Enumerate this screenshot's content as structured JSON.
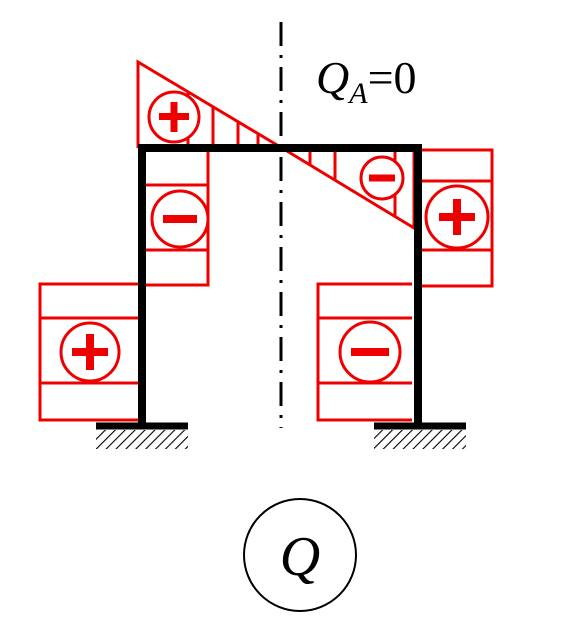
{
  "colors": {
    "frame": "#000000",
    "diagram": "#ee0000",
    "axis": "#000000",
    "background": "#ffffff"
  },
  "annotation": {
    "symbol": "Q",
    "subscript": "A",
    "equals": "=0"
  },
  "caption": {
    "symbol": "Q"
  },
  "signs": {
    "plus": "+",
    "minus": "−"
  },
  "regions": [
    {
      "id": "beam-left-part",
      "sign": "+"
    },
    {
      "id": "beam-right-part",
      "sign": "−"
    },
    {
      "id": "left-column-upper",
      "sign": "−"
    },
    {
      "id": "left-column-lower",
      "sign": "+"
    },
    {
      "id": "right-column-upper",
      "sign": "+"
    },
    {
      "id": "right-column-lower",
      "sign": "−"
    }
  ]
}
